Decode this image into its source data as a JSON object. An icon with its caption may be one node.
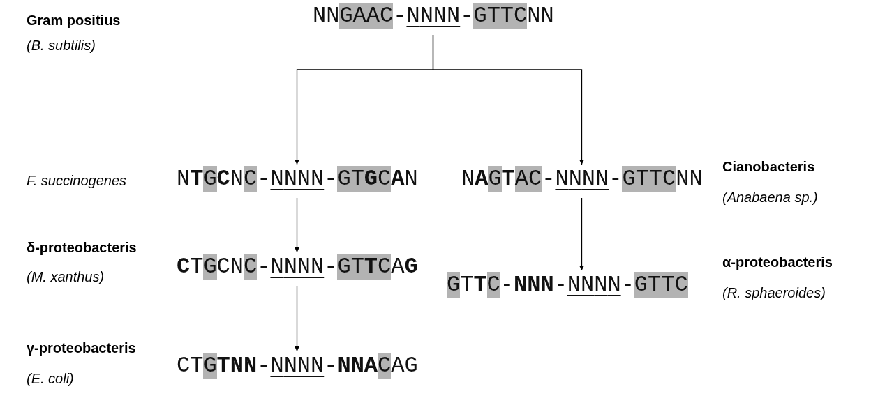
{
  "diagram": {
    "nodes": [
      {
        "text": [
          "NNGAAC-NNNN-GTTCNN"
        ]
      },
      {
        "text": [
          "N**T**G**C**NC-NNNN-GT**G**C**A**N"
        ]
      },
      {
        "text": [
          "N**A**G**T**AC-NNNN-GTTCNN"
        ]
      },
      {
        "text": [
          "**C**TGCNC-NNNN-GT**T**CA**G**"
        ]
      },
      {
        "text": [
          "GT**T**C-**NNN**-NNNN-GTTC"
        ]
      },
      {
        "text": [
          "CTG**TNN**-NNNN-**NNA**CAG"
        ]
      }
    ],
    "edges": [
      {
        "from": 0,
        "to": 1,
        "arrow": "to"
      },
      {
        "from": 0,
        "to": 2,
        "arrow": "to"
      },
      {
        "from": 1,
        "to": 3,
        "arrow": "to"
      },
      {
        "from": 2,
        "to": 4,
        "arrow": "to"
      },
      {
        "from": 3,
        "to": 5,
        "arrow": "to"
      }
    ],
    "labels": [
      "Gram positius",
      "(B. subtilis)",
      "F. succinogenes",
      "Cianobacteris",
      "(Anabaena sp.)",
      "δ-proteobacteris",
      "(M. xanthus)",
      "α-proteobacteris",
      "(R. sphaeroides)",
      "γ-proteobacteris",
      "(E. coli)"
    ]
  }
}
